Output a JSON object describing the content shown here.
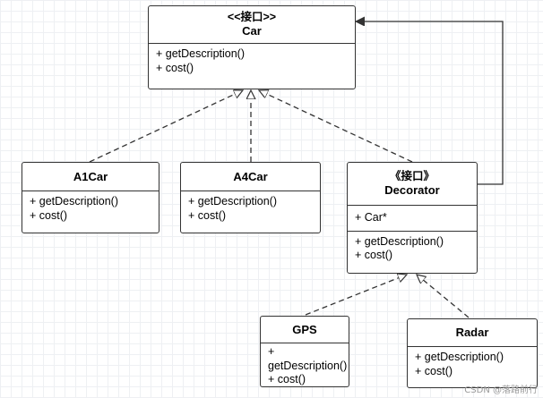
{
  "diagram": {
    "classes": {
      "car": {
        "stereotype": "<<接口>>",
        "name": "Car",
        "methods": [
          "+ getDescription()",
          "+ cost()"
        ]
      },
      "a1car": {
        "name": "A1Car",
        "methods": [
          "+ getDescription()",
          "+ cost()"
        ]
      },
      "a4car": {
        "name": "A4Car",
        "methods": [
          "+ getDescription()",
          "+ cost()"
        ]
      },
      "decorator": {
        "stereotype": "《接口》",
        "name": "Decorator",
        "attributes": [
          "+ Car*"
        ],
        "methods": [
          "+ getDescription()",
          "+ cost()"
        ]
      },
      "gps": {
        "name": "GPS",
        "methods": [
          "+",
          "getDescription()",
          "+ cost()"
        ]
      },
      "radar": {
        "name": "Radar",
        "methods": [
          "+ getDescription()",
          "+ cost()"
        ]
      }
    },
    "relations": [
      {
        "from": "A1Car",
        "to": "Car",
        "type": "realization"
      },
      {
        "from": "A4Car",
        "to": "Car",
        "type": "realization"
      },
      {
        "from": "Decorator",
        "to": "Car",
        "type": "realization"
      },
      {
        "from": "Decorator",
        "to": "Car",
        "type": "association"
      },
      {
        "from": "GPS",
        "to": "Decorator",
        "type": "realization"
      },
      {
        "from": "Radar",
        "to": "Decorator",
        "type": "realization"
      }
    ],
    "colors": {
      "line": "#333333",
      "box_fill": "#ffffff",
      "grid": "#eef0f3"
    }
  },
  "watermark": "CSDN @落路前行"
}
